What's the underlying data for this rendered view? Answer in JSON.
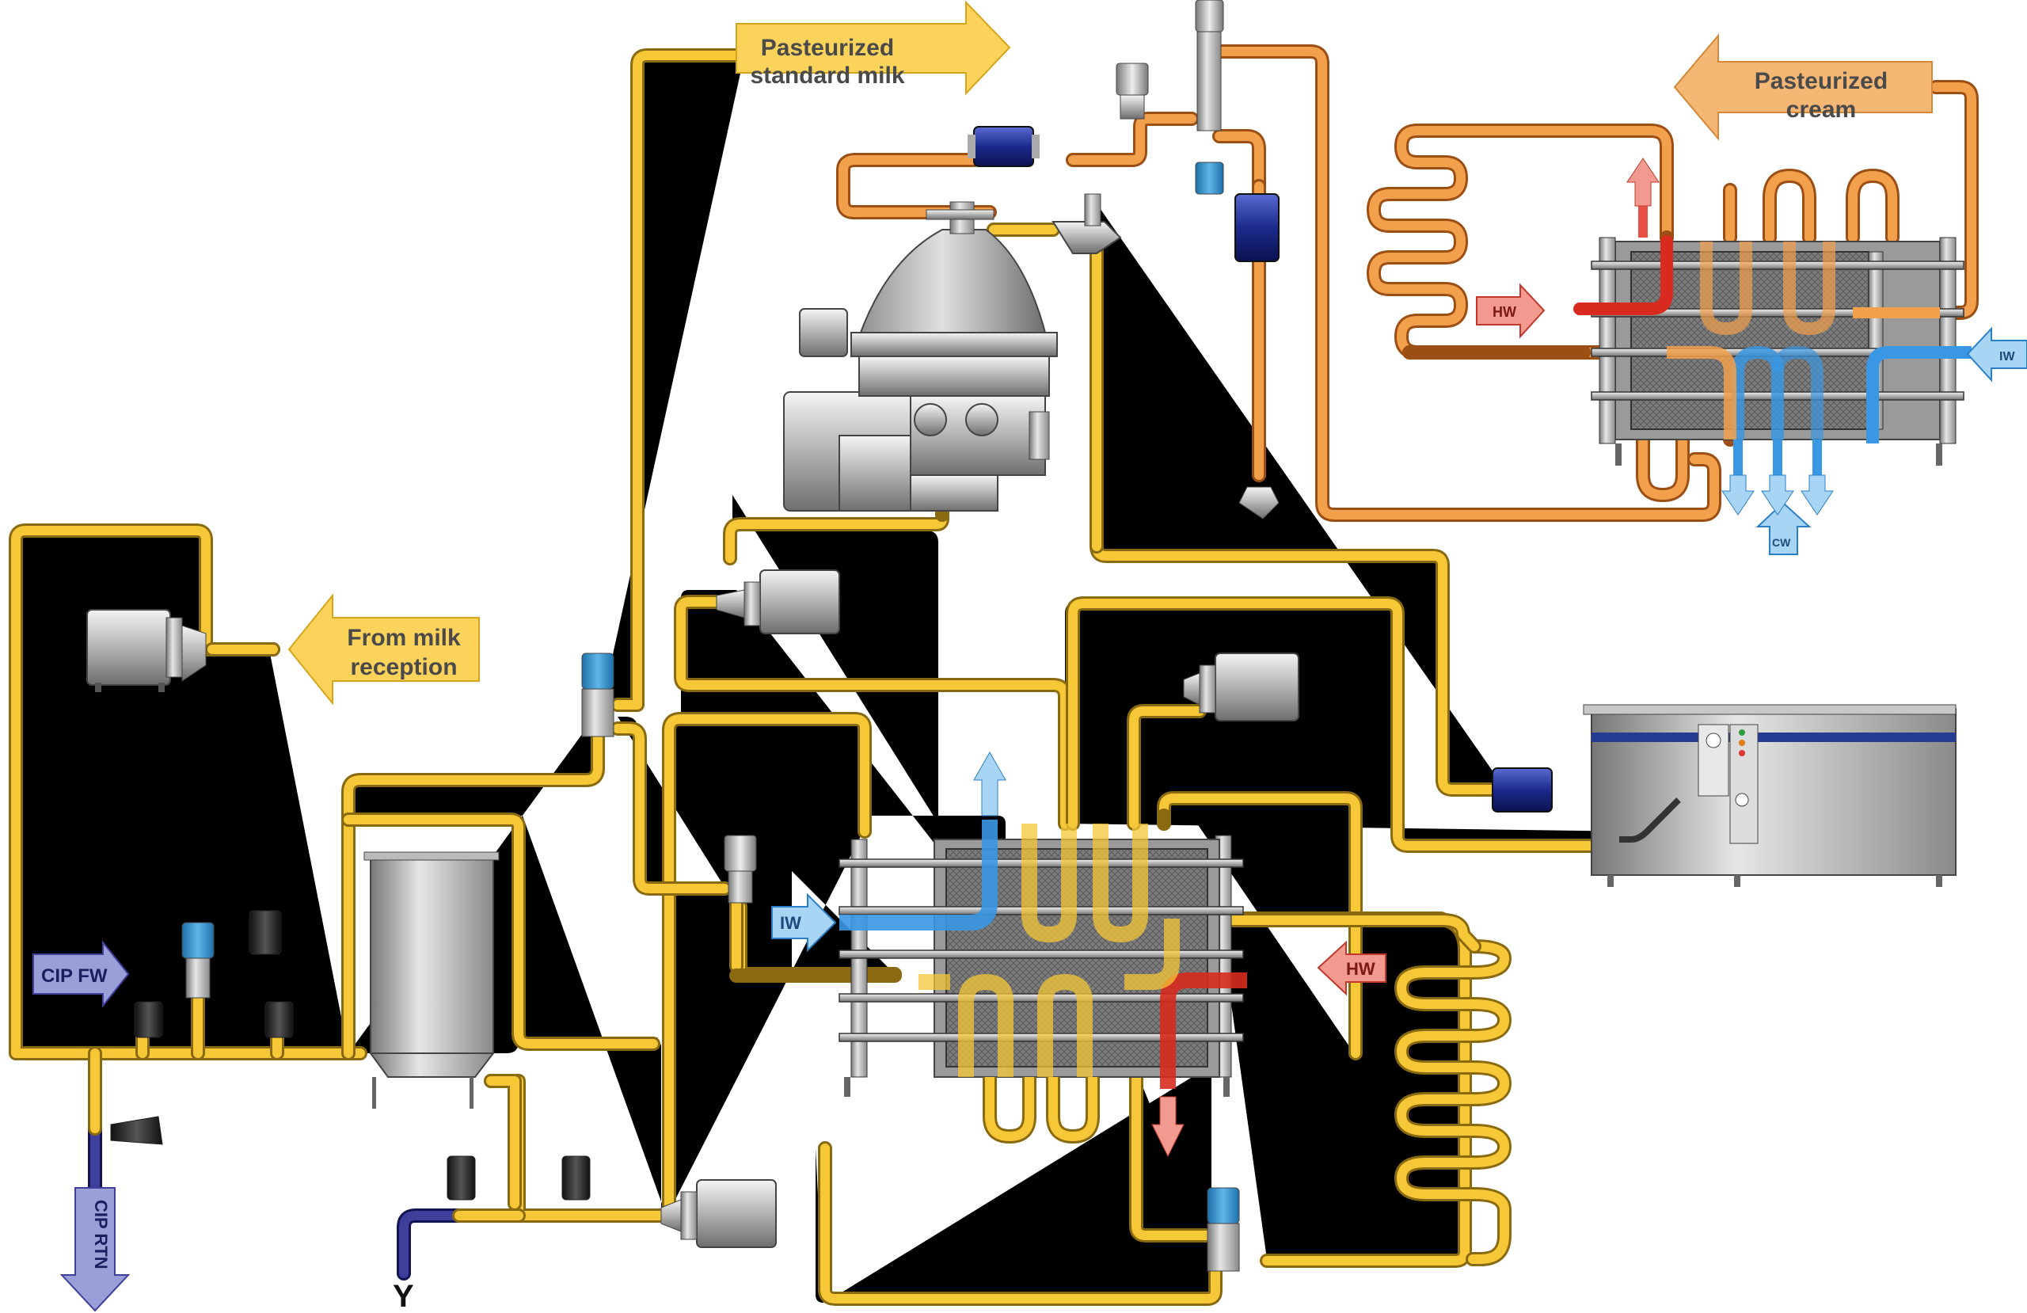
{
  "labels": {
    "pasteurized_standard_milk": [
      "Pasteurized",
      "standard milk"
    ],
    "pasteurized_cream": [
      "Pasteurized",
      "cream"
    ],
    "from_milk_reception": [
      "From milk",
      "reception"
    ],
    "cip_fw": "CIP FW",
    "cip_rtn": "CIP RTN",
    "drain": "Y",
    "media": {
      "hw_top": "HW",
      "iw_top": "IW",
      "cw_top": "CW",
      "iw_bottom": "IW",
      "hw_bottom": "HW"
    }
  },
  "colors": {
    "milk_pipe": "#f6c736",
    "cream_pipe": "#f2a04c",
    "cip_pipe": "#3d3f9a",
    "hot_water": "#e53a2b",
    "ice_water": "#4aa8ec",
    "product_arrow": "#fbd35a",
    "cream_arrow": "#f5b774",
    "cip_arrow": "#9a9fd8"
  }
}
